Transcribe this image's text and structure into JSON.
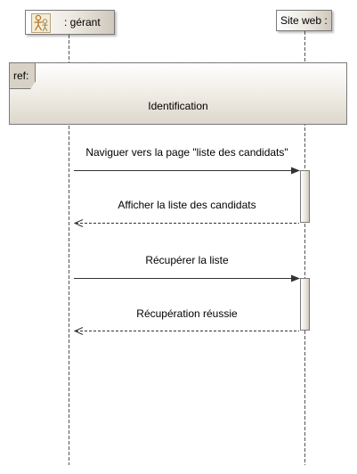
{
  "lifelines": [
    {
      "label": ": gérant",
      "icon": "actor-icon"
    },
    {
      "label": "Site web :"
    }
  ],
  "ref_frame": {
    "tag": "ref:",
    "title": "Identification"
  },
  "messages": [
    {
      "label": "Naviguer vers la page \"liste des candidats\"",
      "kind": "sync"
    },
    {
      "label": "Afficher la liste des candidats",
      "kind": "return"
    },
    {
      "label": "Récupérer la liste",
      "kind": "sync"
    },
    {
      "label": "Récupération réussie",
      "kind": "return"
    }
  ]
}
